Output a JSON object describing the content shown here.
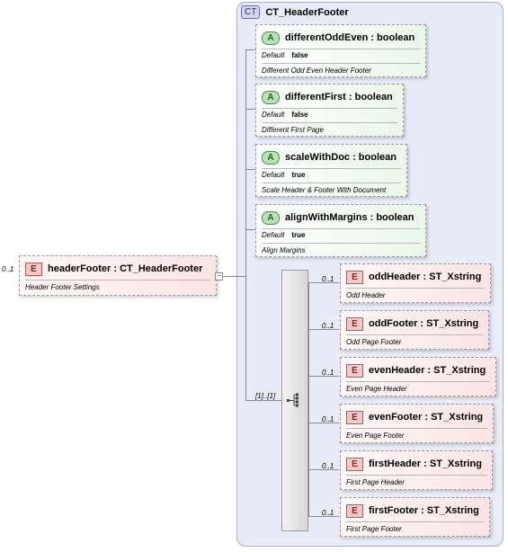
{
  "complex_type": {
    "badge": "CT",
    "name": "CT_HeaderFooter"
  },
  "root": {
    "occurrence": "0..1",
    "badge": "E",
    "title": "headerFooter : CT_HeaderFooter",
    "doc": "Header Footer Settings"
  },
  "attributes": [
    {
      "badge": "A",
      "title": "differentOddEven : boolean",
      "default_label": "Default",
      "default_value": "false",
      "doc": "Different Odd Even Header Footer"
    },
    {
      "badge": "A",
      "title": "differentFirst : boolean",
      "default_label": "Default",
      "default_value": "false",
      "doc": "Different First Page"
    },
    {
      "badge": "A",
      "title": "scaleWithDoc : boolean",
      "default_label": "Default",
      "default_value": "true",
      "doc": "Scale Header & Footer With Document"
    },
    {
      "badge": "A",
      "title": "alignWithMargins : boolean",
      "default_label": "Default",
      "default_value": "true",
      "doc": "Align Margins"
    }
  ],
  "sequence": {
    "occurrence": "[1]..[1]",
    "icon": "sequence-icon"
  },
  "elements": [
    {
      "occurrence": "0..1",
      "badge": "E",
      "title": "oddHeader : ST_Xstring",
      "doc": "Odd Header"
    },
    {
      "occurrence": "0..1",
      "badge": "E",
      "title": "oddFooter : ST_Xstring",
      "doc": "Odd Page Footer"
    },
    {
      "occurrence": "0..1",
      "badge": "E",
      "title": "evenHeader : ST_Xstring",
      "doc": "Even Page Header"
    },
    {
      "occurrence": "0..1",
      "badge": "E",
      "title": "evenFooter : ST_Xstring",
      "doc": "Even Page Footer"
    },
    {
      "occurrence": "0..1",
      "badge": "E",
      "title": "firstHeader : ST_Xstring",
      "doc": "First Page Header"
    },
    {
      "occurrence": "0..1",
      "badge": "E",
      "title": "firstFooter : ST_Xstring",
      "doc": "First Page Footer"
    }
  ]
}
